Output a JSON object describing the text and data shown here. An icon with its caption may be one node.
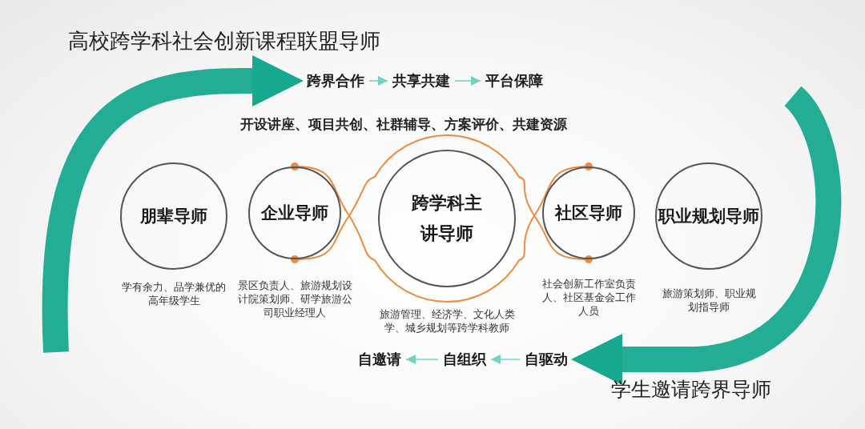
{
  "diagram": {
    "nodes": [
      {
        "text": [
          "跨界合作"
        ]
      },
      {
        "text": [
          "共享共建"
        ]
      },
      {
        "text": [
          "平台保障"
        ]
      },
      {
        "text": [
          "朋辈导师"
        ],
        "beside": [
          "学有余力、品学兼优的高年级学生"
        ]
      },
      {
        "text": [
          "企业导师"
        ],
        "beside": [
          "景区负责人、旅游规划设计院策划师、研学旅游公司职业经理人"
        ]
      },
      {
        "text": [
          "跨学科主讲导师"
        ],
        "beside": [
          "旅游管理、经济学、文化人类学、城乡规划等跨学科教师"
        ]
      },
      {
        "text": [
          "社区导师"
        ],
        "beside": [
          "社会创新工作室负责人、社区基金会工作人员"
        ]
      },
      {
        "text": [
          "职业规划导师"
        ],
        "beside": [
          "旅游策划师、职业规划指导师"
        ]
      },
      {
        "text": [
          "自邀请"
        ]
      },
      {
        "text": [
          "自组织"
        ]
      },
      {
        "text": [
          "自驱动"
        ]
      }
    ],
    "edges": [
      {
        "from": null,
        "to": 0,
        "arrow": "to",
        "style": "thick"
      },
      {
        "from": 0,
        "to": 1,
        "arrow": "to"
      },
      {
        "from": 1,
        "to": 2,
        "arrow": "to"
      },
      {
        "from": 4,
        "to": 5,
        "arrow": "other",
        "color": "#f08a3c"
      },
      {
        "from": 5,
        "to": 6,
        "arrow": "other",
        "color": "#f08a3c"
      },
      {
        "from": null,
        "to": 10,
        "arrow": "to",
        "style": "thick"
      },
      {
        "from": 10,
        "to": 9,
        "arrow": "to"
      },
      {
        "from": 9,
        "to": 8,
        "arrow": "to"
      }
    ],
    "labels": [
      "高校跨学科社会创新课程联盟导师",
      "开设讲座、项目共创、社群辅导、方案评价、共建资源",
      "学生邀请跨界导师"
    ]
  }
}
